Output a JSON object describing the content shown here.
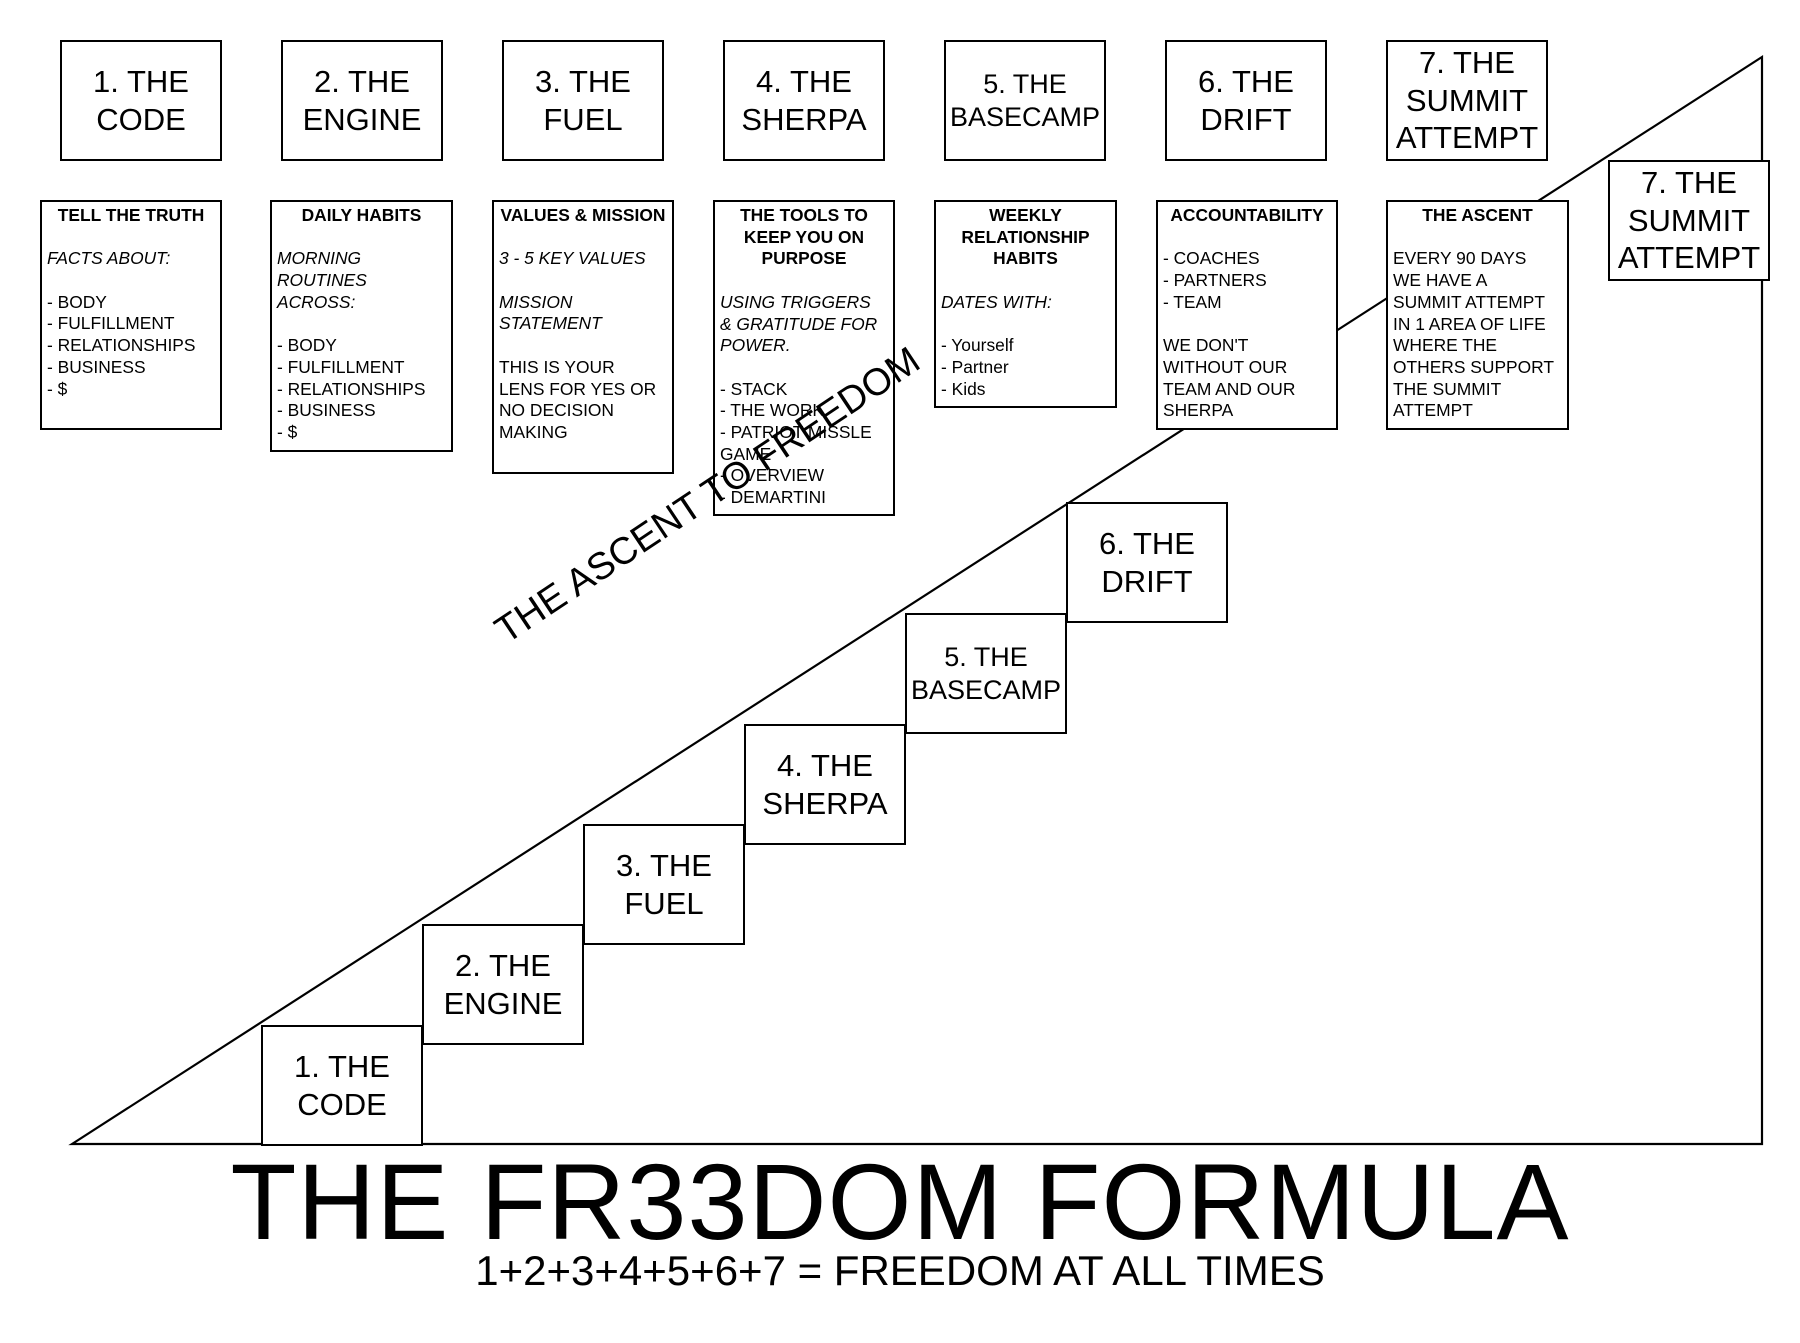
{
  "headers": [
    {
      "label": "1. THE CODE"
    },
    {
      "label": "2. THE ENGINE"
    },
    {
      "label": "3. THE FUEL"
    },
    {
      "label": "4. THE SHERPA"
    },
    {
      "label": "5. THE BASECAMP"
    },
    {
      "label": "6. THE DRIFT"
    },
    {
      "label": "7. THE SUMMIT ATTEMPT"
    }
  ],
  "cards": [
    {
      "title": "TELL THE TRUTH",
      "lines": [
        {
          "text": ""
        },
        {
          "text": "FACTS ABOUT:",
          "italic": true
        },
        {
          "text": ""
        },
        {
          "text": "- BODY"
        },
        {
          "text": "- FULFILLMENT"
        },
        {
          "text": "- RELATIONSHIPS"
        },
        {
          "text": "- BUSINESS"
        },
        {
          "text": "- $"
        }
      ]
    },
    {
      "title": "DAILY HABITS",
      "lines": [
        {
          "text": ""
        },
        {
          "text": "MORNING",
          "italic": true
        },
        {
          "text": "ROUTINES",
          "italic": true
        },
        {
          "text": "ACROSS:",
          "italic": true
        },
        {
          "text": ""
        },
        {
          "text": "- BODY"
        },
        {
          "text": "- FULFILLMENT"
        },
        {
          "text": "- RELATIONSHIPS"
        },
        {
          "text": "- BUSINESS"
        },
        {
          "text": "- $"
        }
      ]
    },
    {
      "title": "VALUES & MISSION",
      "lines": [
        {
          "text": ""
        },
        {
          "text": "3 - 5 KEY VALUES",
          "italic": true
        },
        {
          "text": ""
        },
        {
          "text": "MISSION",
          "italic": true
        },
        {
          "text": "STATEMENT",
          "italic": true
        },
        {
          "text": ""
        },
        {
          "text": "THIS IS YOUR"
        },
        {
          "text": "LENS FOR YES OR"
        },
        {
          "text": "NO DECISION"
        },
        {
          "text": "MAKING"
        }
      ]
    },
    {
      "title": "THE TOOLS TO KEEP YOU ON PURPOSE",
      "lines": [
        {
          "text": ""
        },
        {
          "text": "USING TRIGGERS",
          "italic": true
        },
        {
          "text": "& GRATITUDE FOR",
          "italic": true
        },
        {
          "text": "POWER.",
          "italic": true
        },
        {
          "text": ""
        },
        {
          "text": "- STACK"
        },
        {
          "text": "- THE WORK"
        },
        {
          "text": "- PATRIOT MISSLE"
        },
        {
          "text": "GAME"
        },
        {
          "text": "- OVERVIEW"
        },
        {
          "text": "- DEMARTINI"
        }
      ]
    },
    {
      "title": "WEEKLY RELATIONSHIP HABITS",
      "lines": [
        {
          "text": ""
        },
        {
          "text": "DATES WITH:",
          "italic": true
        },
        {
          "text": ""
        },
        {
          "text": "- Yourself"
        },
        {
          "text": "- Partner"
        },
        {
          "text": "- Kids"
        }
      ]
    },
    {
      "title": "ACCOUNTABILITY",
      "lines": [
        {
          "text": ""
        },
        {
          "text": "- COACHES"
        },
        {
          "text": "- PARTNERS"
        },
        {
          "text": "- TEAM"
        },
        {
          "text": ""
        },
        {
          "text": "WE DON'T"
        },
        {
          "text": "WITHOUT OUR"
        },
        {
          "text": "TEAM AND OUR"
        },
        {
          "text": "SHERPA"
        }
      ]
    },
    {
      "title": "THE ASCENT",
      "lines": [
        {
          "text": ""
        },
        {
          "text": "EVERY 90 DAYS"
        },
        {
          "text": "WE HAVE A"
        },
        {
          "text": "SUMMIT ATTEMPT"
        },
        {
          "text": "IN 1 AREA OF LIFE"
        },
        {
          "text": "WHERE THE"
        },
        {
          "text": "OTHERS SUPPORT"
        },
        {
          "text": "THE SUMMIT"
        },
        {
          "text": "ATTEMPT"
        }
      ]
    }
  ],
  "steps": [
    {
      "label": "1. THE CODE"
    },
    {
      "label": "2. THE ENGINE"
    },
    {
      "label": "3. THE FUEL"
    },
    {
      "label": "4. THE SHERPA"
    },
    {
      "label": "5. THE BASECAMP"
    },
    {
      "label": "6. THE DRIFT"
    },
    {
      "label": "7. THE SUMMIT ATTEMPT"
    }
  ],
  "ascent_label": "THE ASCENT TO FREEDOM",
  "title": "THE FR33DOM FORMULA",
  "formula": "1+2+3+4+5+6+7 = FREEDOM AT ALL TIMES"
}
